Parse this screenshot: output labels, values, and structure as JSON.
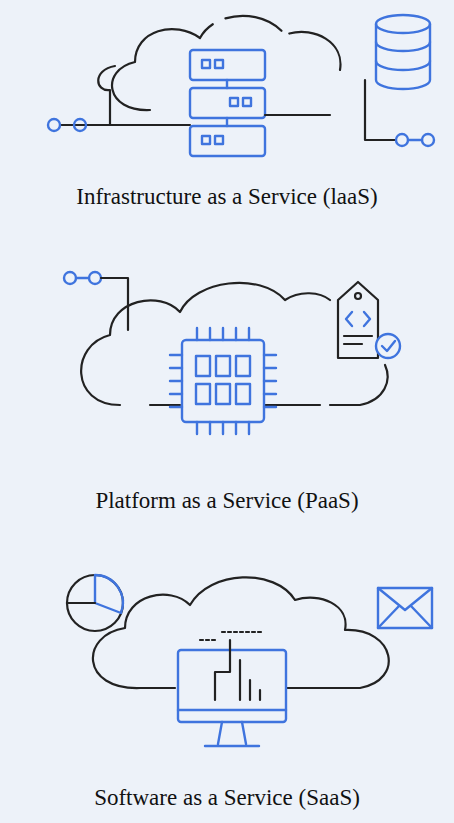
{
  "diagram": {
    "labels": [
      "Infrastructure as a Service (laaS)",
      "Platform as a Service (PaaS)",
      "Software as a Service (SaaS)"
    ]
  }
}
